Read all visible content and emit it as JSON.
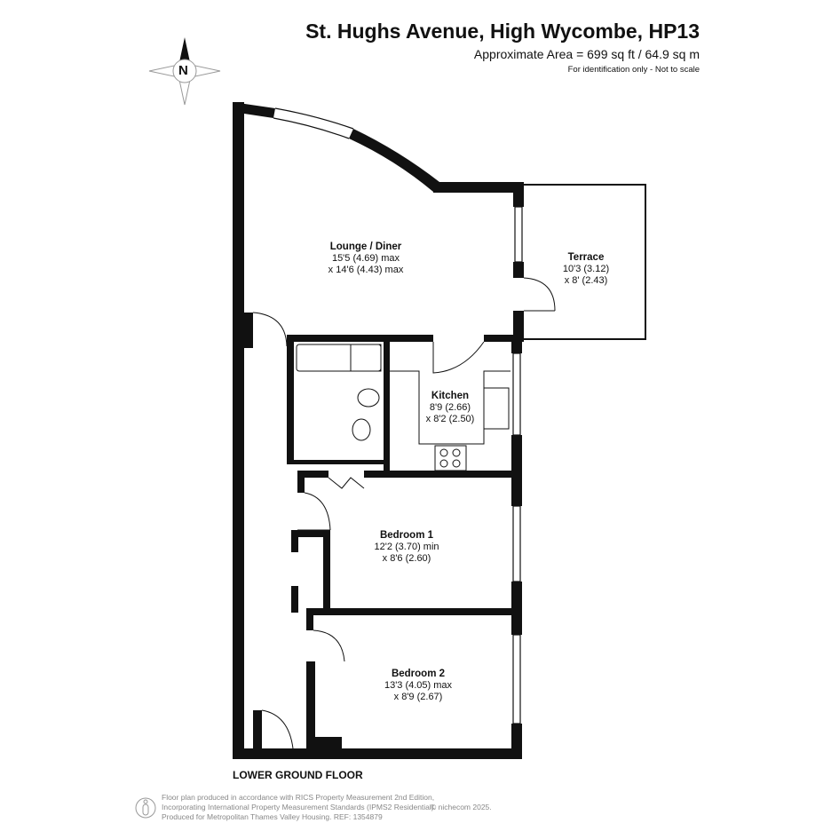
{
  "header": {
    "title": "St. Hughs Avenue, High Wycombe, HP13",
    "area": "Approximate Area = 699 sq ft / 64.9 sq m",
    "note": "For identification only - Not to scale"
  },
  "compass": {
    "label": "N"
  },
  "rooms": [
    {
      "name": "Lounge / Diner",
      "dim1": "15'5 (4.69) max",
      "dim2": "x 14'6 (4.43) max"
    },
    {
      "name": "Terrace",
      "dim1": "10'3 (3.12)",
      "dim2": "x 8' (2.43)"
    },
    {
      "name": "Kitchen",
      "dim1": "8'9 (2.66)",
      "dim2": "x 8'2 (2.50)"
    },
    {
      "name": "Bedroom 1",
      "dim1": "12'2 (3.70) min",
      "dim2": "x 8'6 (2.60)"
    },
    {
      "name": "Bedroom 2",
      "dim1": "13'3 (4.05) max",
      "dim2": "x 8'9 (2.67)"
    }
  ],
  "floor_label": "LOWER GROUND FLOOR",
  "footer": {
    "line1": "Floor plan produced in accordance with RICS Property Measurement 2nd Edition,",
    "line2": "Incorporating International Property Measurement Standards (IPMS2 Residential).",
    "line3": "Produced for Metropolitan Thames Valley Housing.   REF: 1354879",
    "copyright": "© nichecom 2025."
  }
}
